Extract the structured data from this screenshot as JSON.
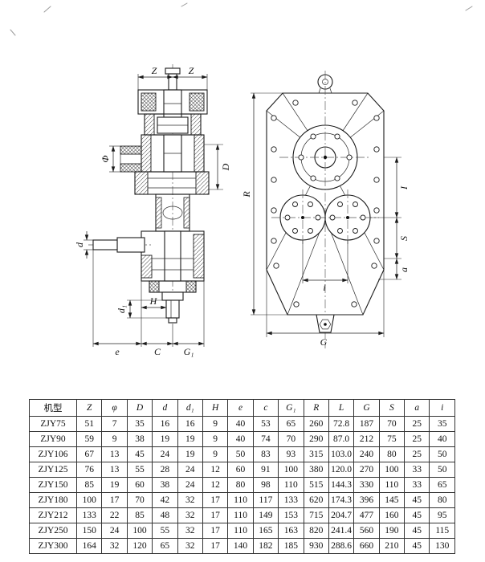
{
  "colors": {
    "ink": "#1b1b1b",
    "paper": "#ffffff"
  },
  "diagram": {
    "left_view": {
      "dims": {
        "z1": "Z",
        "z2": "Z",
        "phi": "Φ",
        "D": "D",
        "d": "d",
        "H": "H",
        "d1": "d₁",
        "e": "e",
        "C": "C",
        "G1": "G₁"
      }
    },
    "right_view": {
      "dims": {
        "R": "R",
        "I": "I",
        "S": "S",
        "a": "a",
        "G": "G",
        "i": "i"
      }
    }
  },
  "table": {
    "headers": [
      "机型",
      "Z",
      "φ",
      "D",
      "d",
      "d₁",
      "H",
      "e",
      "c",
      "G₁",
      "R",
      "L",
      "G",
      "S",
      "a",
      "i"
    ],
    "rows": [
      [
        "ZJY75",
        "51",
        "7",
        "35",
        "16",
        "16",
        "9",
        "40",
        "53",
        "65",
        "260",
        "72.8",
        "187",
        "70",
        "25",
        "35"
      ],
      [
        "ZJY90",
        "59",
        "9",
        "38",
        "19",
        "19",
        "9",
        "40",
        "74",
        "70",
        "290",
        "87.0",
        "212",
        "75",
        "25",
        "40"
      ],
      [
        "ZJY106",
        "67",
        "13",
        "45",
        "24",
        "19",
        "9",
        "50",
        "83",
        "93",
        "315",
        "103.0",
        "240",
        "80",
        "25",
        "50"
      ],
      [
        "ZJY125",
        "76",
        "13",
        "55",
        "28",
        "24",
        "12",
        "60",
        "91",
        "100",
        "380",
        "120.0",
        "270",
        "100",
        "33",
        "50"
      ],
      [
        "ZJY150",
        "85",
        "19",
        "60",
        "38",
        "24",
        "12",
        "80",
        "98",
        "110",
        "515",
        "144.3",
        "330",
        "110",
        "33",
        "65"
      ],
      [
        "ZJY180",
        "100",
        "17",
        "70",
        "42",
        "32",
        "17",
        "110",
        "117",
        "133",
        "620",
        "174.3",
        "396",
        "145",
        "45",
        "80"
      ],
      [
        "ZJY212",
        "133",
        "22",
        "85",
        "48",
        "32",
        "17",
        "110",
        "149",
        "153",
        "715",
        "204.7",
        "477",
        "160",
        "45",
        "95"
      ],
      [
        "ZJY250",
        "150",
        "24",
        "100",
        "55",
        "32",
        "17",
        "110",
        "165",
        "163",
        "820",
        "241.4",
        "560",
        "190",
        "45",
        "115"
      ],
      [
        "ZJY300",
        "164",
        "32",
        "120",
        "65",
        "32",
        "17",
        "140",
        "182",
        "185",
        "930",
        "288.6",
        "660",
        "210",
        "45",
        "130"
      ]
    ]
  }
}
